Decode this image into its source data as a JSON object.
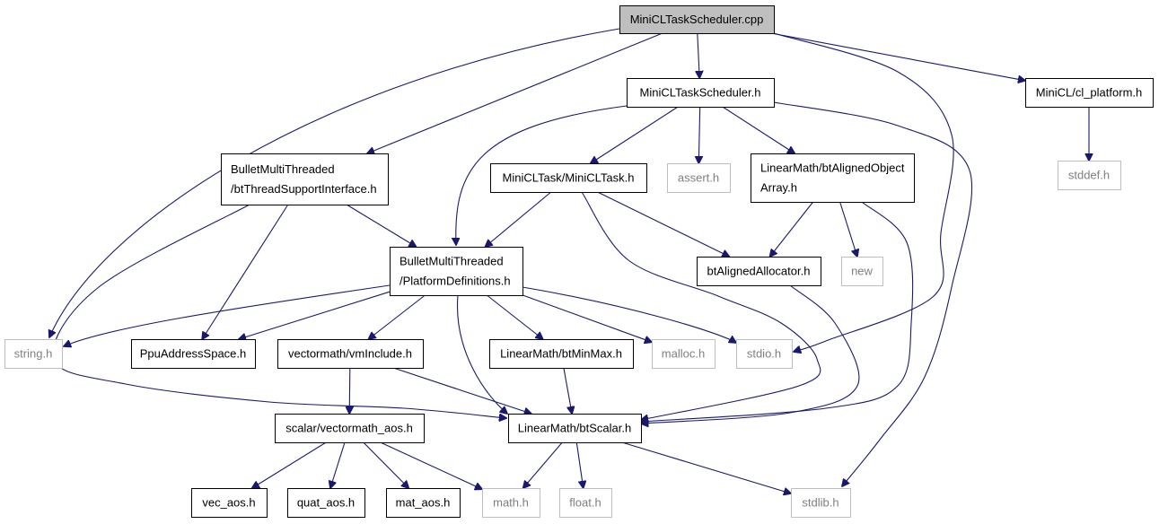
{
  "colors": {
    "edge": "#191970",
    "root_fill": "#bfbfbf",
    "sys_border": "#bfbfbf",
    "sys_text": "#7f7f7f"
  },
  "nodes": [
    {
      "id": "root",
      "kind": "root",
      "lines": [
        "MiniCLTaskScheduler.cpp"
      ]
    },
    {
      "id": "mcts",
      "kind": "std",
      "lines": [
        "MiniCLTaskScheduler.h"
      ]
    },
    {
      "id": "clp",
      "kind": "std",
      "lines": [
        "MiniCL/cl_platform.h"
      ]
    },
    {
      "id": "stddef",
      "kind": "sys",
      "lines": [
        "stddef.h"
      ]
    },
    {
      "id": "btsi",
      "kind": "std",
      "lines": [
        "BulletMultiThreaded",
        "/btThreadSupportInterface.h"
      ]
    },
    {
      "id": "mct",
      "kind": "std",
      "lines": [
        "MiniCLTask/MiniCLTask.h"
      ]
    },
    {
      "id": "assert",
      "kind": "sys",
      "lines": [
        "assert.h"
      ]
    },
    {
      "id": "bao",
      "kind": "std",
      "lines": [
        "LinearMath/btAlignedObject",
        "Array.h"
      ]
    },
    {
      "id": "pd",
      "kind": "std",
      "lines": [
        "BulletMultiThreaded",
        "/PlatformDefinitions.h"
      ]
    },
    {
      "id": "baa",
      "kind": "std",
      "lines": [
        "btAlignedAllocator.h"
      ]
    },
    {
      "id": "new",
      "kind": "sys",
      "lines": [
        "new"
      ]
    },
    {
      "id": "string",
      "kind": "sys",
      "lines": [
        "string.h"
      ]
    },
    {
      "id": "ppu",
      "kind": "std",
      "lines": [
        "PpuAddressSpace.h"
      ]
    },
    {
      "id": "vmi",
      "kind": "std",
      "lines": [
        "vectormath/vmInclude.h"
      ]
    },
    {
      "id": "minmax",
      "kind": "std",
      "lines": [
        "LinearMath/btMinMax.h"
      ]
    },
    {
      "id": "malloc",
      "kind": "sys",
      "lines": [
        "malloc.h"
      ]
    },
    {
      "id": "stdio",
      "kind": "sys",
      "lines": [
        "stdio.h"
      ]
    },
    {
      "id": "vaos",
      "kind": "std",
      "lines": [
        "scalar/vectormath_aos.h"
      ]
    },
    {
      "id": "scalar",
      "kind": "std",
      "lines": [
        "LinearMath/btScalar.h"
      ]
    },
    {
      "id": "vec",
      "kind": "std",
      "lines": [
        "vec_aos.h"
      ]
    },
    {
      "id": "quat",
      "kind": "std",
      "lines": [
        "quat_aos.h"
      ]
    },
    {
      "id": "mat",
      "kind": "std",
      "lines": [
        "mat_aos.h"
      ]
    },
    {
      "id": "math",
      "kind": "sys",
      "lines": [
        "math.h"
      ]
    },
    {
      "id": "float",
      "kind": "sys",
      "lines": [
        "float.h"
      ]
    },
    {
      "id": "stdlib",
      "kind": "sys",
      "lines": [
        "stdlib.h"
      ]
    }
  ],
  "edges": [
    [
      "root",
      "mcts"
    ],
    [
      "root",
      "clp"
    ],
    [
      "root",
      "btsi"
    ],
    [
      "root",
      "string"
    ],
    [
      "root",
      "stdio"
    ],
    [
      "clp",
      "stddef"
    ],
    [
      "mcts",
      "mct"
    ],
    [
      "mcts",
      "assert"
    ],
    [
      "mcts",
      "bao"
    ],
    [
      "mcts",
      "pd"
    ],
    [
      "mcts",
      "stdlib"
    ],
    [
      "btsi",
      "pd"
    ],
    [
      "btsi",
      "ppu"
    ],
    [
      "btsi",
      "scalar"
    ],
    [
      "mct",
      "pd"
    ],
    [
      "mct",
      "baa"
    ],
    [
      "mct",
      "scalar"
    ],
    [
      "bao",
      "baa"
    ],
    [
      "bao",
      "new"
    ],
    [
      "bao",
      "scalar"
    ],
    [
      "baa",
      "scalar"
    ],
    [
      "pd",
      "string"
    ],
    [
      "pd",
      "ppu"
    ],
    [
      "pd",
      "vmi"
    ],
    [
      "pd",
      "minmax"
    ],
    [
      "pd",
      "malloc"
    ],
    [
      "pd",
      "stdio"
    ],
    [
      "pd",
      "scalar"
    ],
    [
      "vmi",
      "vaos"
    ],
    [
      "vmi",
      "scalar"
    ],
    [
      "minmax",
      "scalar"
    ],
    [
      "vaos",
      "vec"
    ],
    [
      "vaos",
      "quat"
    ],
    [
      "vaos",
      "mat"
    ],
    [
      "vaos",
      "math"
    ],
    [
      "scalar",
      "math"
    ],
    [
      "scalar",
      "float"
    ],
    [
      "scalar",
      "stdlib"
    ]
  ]
}
